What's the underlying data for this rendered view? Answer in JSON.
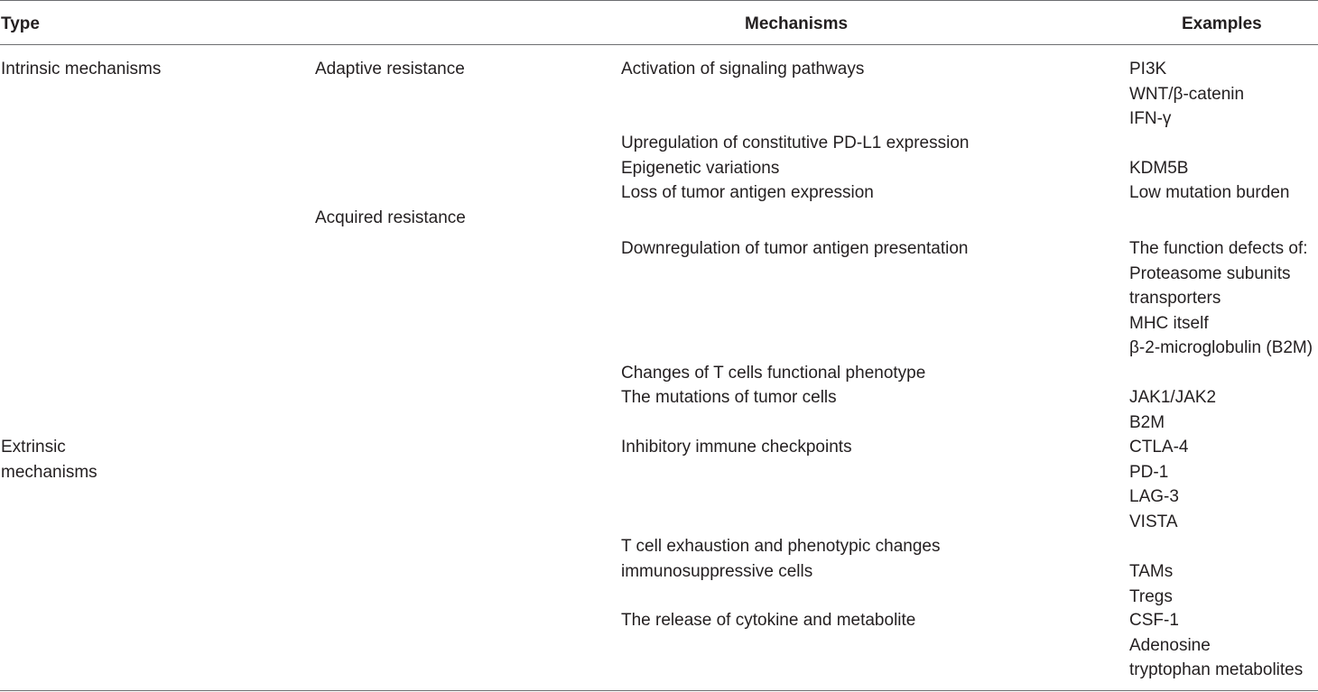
{
  "header": {
    "type": "Type",
    "mechanisms": "Mechanisms",
    "examples": "Examples"
  },
  "rows": [
    {
      "type": "Intrinsic mechanisms",
      "subtype": "Adaptive resistance",
      "mechanism": "Activation of signaling pathways",
      "examples": "PI3K\nWNT/β-catenin\nIFN-γ"
    },
    {
      "type": "",
      "subtype": "",
      "mechanism": "Upregulation of constitutive PD-L1 expression",
      "examples": ""
    },
    {
      "type": "",
      "subtype": "",
      "mechanism": "Epigenetic variations",
      "examples": "KDM5B"
    },
    {
      "type": "",
      "subtype": "",
      "mechanism": "Loss of tumor antigen expression",
      "examples": "Low mutation burden"
    },
    {
      "type": "",
      "subtype": "Acquired resistance",
      "mechanism": "",
      "examples": ""
    },
    {
      "type": "",
      "subtype": "",
      "mechanism": "Downregulation of tumor antigen presentation",
      "examples": "The function defects of:\nProteasome subunits\ntransporters\nMHC itself\nβ-2-microglobulin (B2M)"
    },
    {
      "type": "",
      "subtype": "",
      "mechanism": "Changes of T cells functional phenotype",
      "examples": ""
    },
    {
      "type": "",
      "subtype": "",
      "mechanism": "The mutations of tumor cells",
      "examples": "JAK1/JAK2\nB2M"
    },
    {
      "type": "Extrinsic\nmechanisms",
      "subtype": "",
      "mechanism": "Inhibitory immune checkpoints",
      "examples": "CTLA-4\nPD-1\nLAG-3\nVISTA"
    },
    {
      "type": "",
      "subtype": "",
      "mechanism": "T cell exhaustion and phenotypic changes",
      "examples": ""
    },
    {
      "type": "",
      "subtype": "",
      "mechanism": "immunosuppressive cells",
      "examples": "TAMs\nTregs"
    },
    {
      "type": "",
      "subtype": "",
      "mechanism": "The release of cytokine and metabolite",
      "examples": "CSF-1\nAdenosine\ntryptophan metabolites"
    }
  ]
}
